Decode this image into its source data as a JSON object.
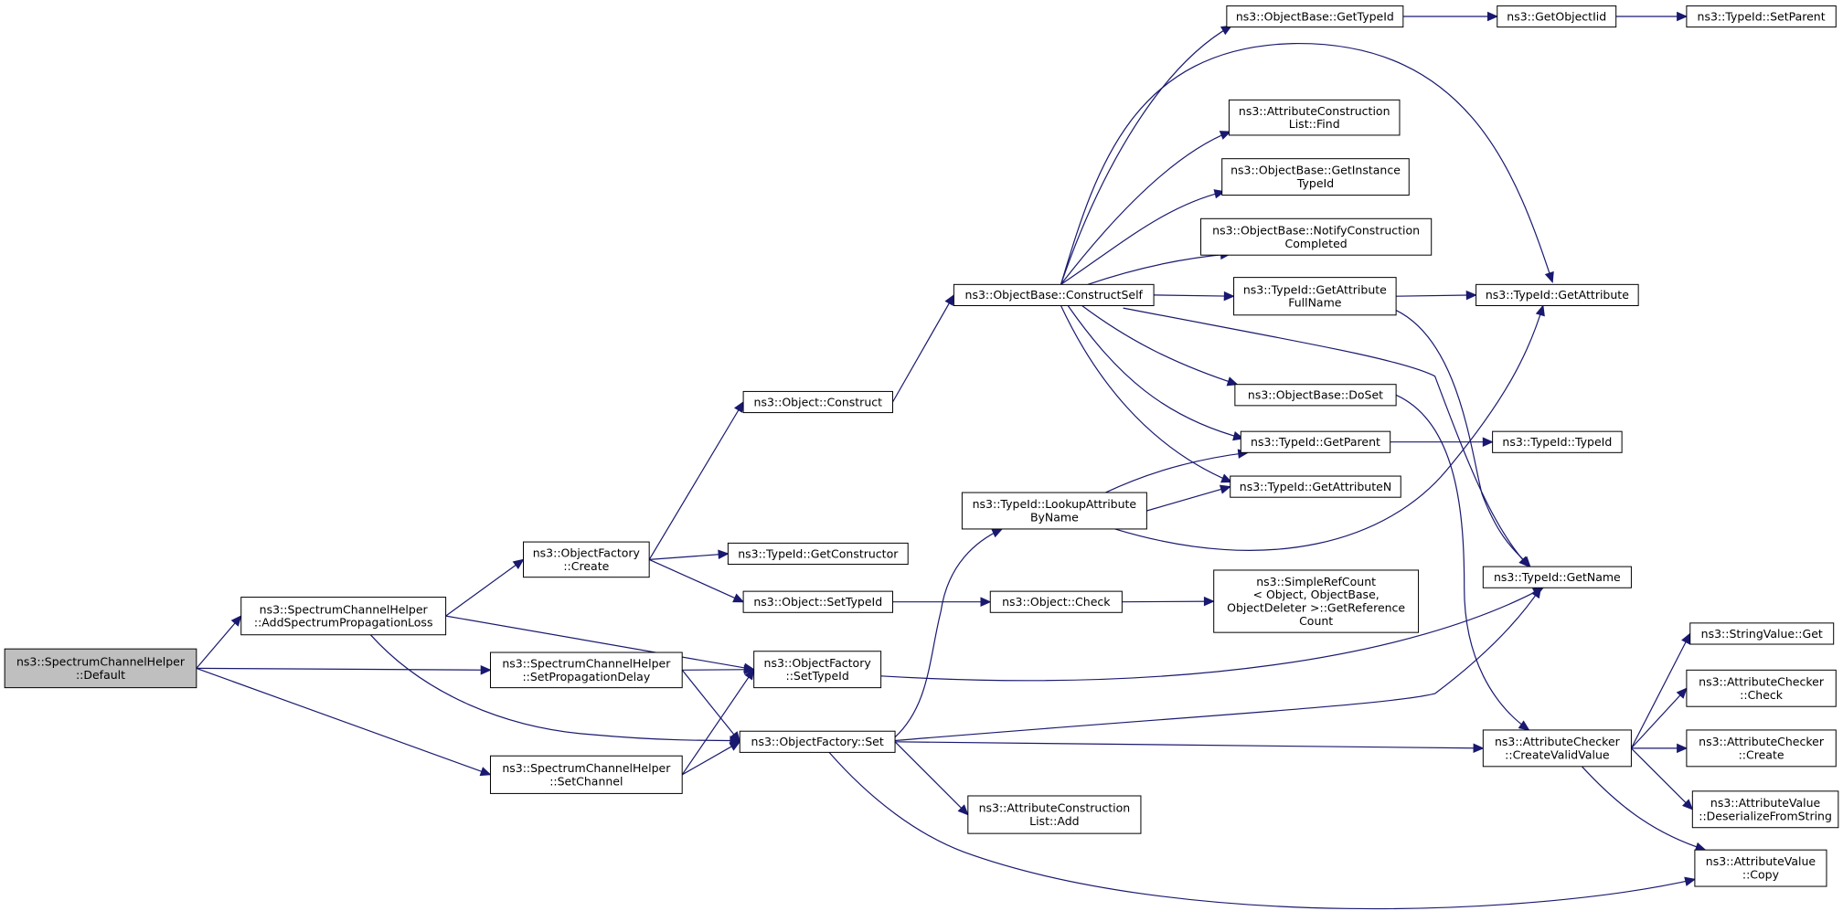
{
  "colors": {
    "edge": "#191970",
    "node_fill": "#ffffff",
    "root_fill": "#bfbfbf",
    "node_stroke": "#000000"
  },
  "nodes": [
    {
      "id": "default",
      "lines": [
        "ns3::SpectrumChannelHelper",
        "::Default"
      ],
      "root": true
    },
    {
      "id": "addspl",
      "lines": [
        "ns3::SpectrumChannelHelper",
        "::AddSpectrumPropagationLoss"
      ]
    },
    {
      "id": "setpd",
      "lines": [
        "ns3::SpectrumChannelHelper",
        "::SetPropagationDelay"
      ]
    },
    {
      "id": "setch",
      "lines": [
        "ns3::SpectrumChannelHelper",
        "::SetChannel"
      ]
    },
    {
      "id": "ofcreate",
      "lines": [
        "ns3::ObjectFactory",
        "::Create"
      ]
    },
    {
      "id": "ofsettid",
      "lines": [
        "ns3::ObjectFactory",
        "::SetTypeId"
      ]
    },
    {
      "id": "ofset",
      "lines": [
        "ns3::ObjectFactory::Set"
      ]
    },
    {
      "id": "objconstruct",
      "lines": [
        "ns3::Object::Construct"
      ]
    },
    {
      "id": "tidgetctor",
      "lines": [
        "ns3::TypeId::GetConstructor"
      ]
    },
    {
      "id": "objsettid",
      "lines": [
        "ns3::Object::SetTypeId"
      ]
    },
    {
      "id": "tidlookup",
      "lines": [
        "ns3::TypeId::LookupAttribute",
        "ByName"
      ]
    },
    {
      "id": "objcheck",
      "lines": [
        "ns3::Object::Check"
      ]
    },
    {
      "id": "acladd",
      "lines": [
        "ns3::AttributeConstruction",
        "List::Add"
      ]
    },
    {
      "id": "obconstructself",
      "lines": [
        "ns3::ObjectBase::ConstructSelf"
      ]
    },
    {
      "id": "srcget",
      "lines": [
        "ns3::SimpleRefCount",
        "< Object, ObjectBase,",
        " ObjectDeleter >::GetReference",
        "Count"
      ]
    },
    {
      "id": "obgettid",
      "lines": [
        "ns3::ObjectBase::GetTypeId"
      ]
    },
    {
      "id": "aclfind",
      "lines": [
        "ns3::AttributeConstruction",
        "List::Find"
      ]
    },
    {
      "id": "obgetinst",
      "lines": [
        "ns3::ObjectBase::GetInstance",
        "TypeId"
      ]
    },
    {
      "id": "obnotify",
      "lines": [
        "ns3::ObjectBase::NotifyConstruction",
        "Completed"
      ]
    },
    {
      "id": "tidgetattrfull",
      "lines": [
        "ns3::TypeId::GetAttribute",
        "FullName"
      ]
    },
    {
      "id": "obdoset",
      "lines": [
        "ns3::ObjectBase::DoSet"
      ]
    },
    {
      "id": "tidgetparent",
      "lines": [
        "ns3::TypeId::GetParent"
      ]
    },
    {
      "id": "tidgetattrn",
      "lines": [
        "ns3::TypeId::GetAttributeN"
      ]
    },
    {
      "id": "getobjectiid",
      "lines": [
        "ns3::GetObjectIid"
      ]
    },
    {
      "id": "tidgetattr",
      "lines": [
        "ns3::TypeId::GetAttribute"
      ]
    },
    {
      "id": "tidgetname",
      "lines": [
        "ns3::TypeId::GetName"
      ]
    },
    {
      "id": "accreate",
      "lines": [
        "ns3::AttributeChecker",
        "::CreateValidValue"
      ]
    },
    {
      "id": "tidsetparent",
      "lines": [
        "ns3::TypeId::SetParent"
      ]
    },
    {
      "id": "tidtypeid",
      "lines": [
        "ns3::TypeId::TypeId"
      ]
    },
    {
      "id": "svget",
      "lines": [
        "ns3::StringValue::Get"
      ]
    },
    {
      "id": "accheck",
      "lines": [
        "ns3::AttributeChecker",
        "::Check"
      ]
    },
    {
      "id": "accreate2",
      "lines": [
        "ns3::AttributeChecker",
        "::Create"
      ]
    },
    {
      "id": "avdeser",
      "lines": [
        "ns3::AttributeValue",
        "::DeserializeFromString"
      ]
    },
    {
      "id": "avcopy",
      "lines": [
        "ns3::AttributeValue",
        "::Copy"
      ]
    }
  ],
  "edges": [
    [
      "default",
      "addspl"
    ],
    [
      "default",
      "setpd"
    ],
    [
      "default",
      "setch"
    ],
    [
      "addspl",
      "ofcreate"
    ],
    [
      "addspl",
      "ofsettid"
    ],
    [
      "addspl",
      "ofset"
    ],
    [
      "setpd",
      "ofsettid"
    ],
    [
      "setpd",
      "ofset"
    ],
    [
      "setch",
      "ofsettid"
    ],
    [
      "setch",
      "ofset"
    ],
    [
      "ofcreate",
      "objconstruct"
    ],
    [
      "ofcreate",
      "tidgetctor"
    ],
    [
      "ofcreate",
      "objsettid"
    ],
    [
      "ofsettid",
      "tidgetname"
    ],
    [
      "ofset",
      "tidlookup"
    ],
    [
      "ofset",
      "acladd"
    ],
    [
      "ofset",
      "accreate"
    ],
    [
      "ofset",
      "tidgetname"
    ],
    [
      "ofset",
      "avcopy"
    ],
    [
      "objconstruct",
      "obconstructself"
    ],
    [
      "objsettid",
      "objcheck"
    ],
    [
      "objcheck",
      "srcget"
    ],
    [
      "tidlookup",
      "tidgetparent"
    ],
    [
      "tidlookup",
      "tidgetattrn"
    ],
    [
      "tidlookup",
      "tidgetattr"
    ],
    [
      "obconstructself",
      "obgettid"
    ],
    [
      "obconstructself",
      "aclfind"
    ],
    [
      "obconstructself",
      "obgetinst"
    ],
    [
      "obconstructself",
      "obnotify"
    ],
    [
      "obconstructself",
      "tidgetattrfull"
    ],
    [
      "obconstructself",
      "obdoset"
    ],
    [
      "obconstructself",
      "tidgetparent"
    ],
    [
      "obconstructself",
      "tidgetattrn"
    ],
    [
      "obconstructself",
      "tidgetattr"
    ],
    [
      "obconstructself",
      "tidgetname"
    ],
    [
      "obgettid",
      "getobjectiid"
    ],
    [
      "getobjectiid",
      "tidsetparent"
    ],
    [
      "tidgetattrfull",
      "tidgetattr"
    ],
    [
      "tidgetattrfull",
      "tidgetname"
    ],
    [
      "obdoset",
      "accreate"
    ],
    [
      "tidgetparent",
      "tidtypeid"
    ],
    [
      "accreate",
      "svget"
    ],
    [
      "accreate",
      "accheck"
    ],
    [
      "accreate",
      "accreate2"
    ],
    [
      "accreate",
      "avdeser"
    ],
    [
      "accreate",
      "avcopy"
    ]
  ]
}
